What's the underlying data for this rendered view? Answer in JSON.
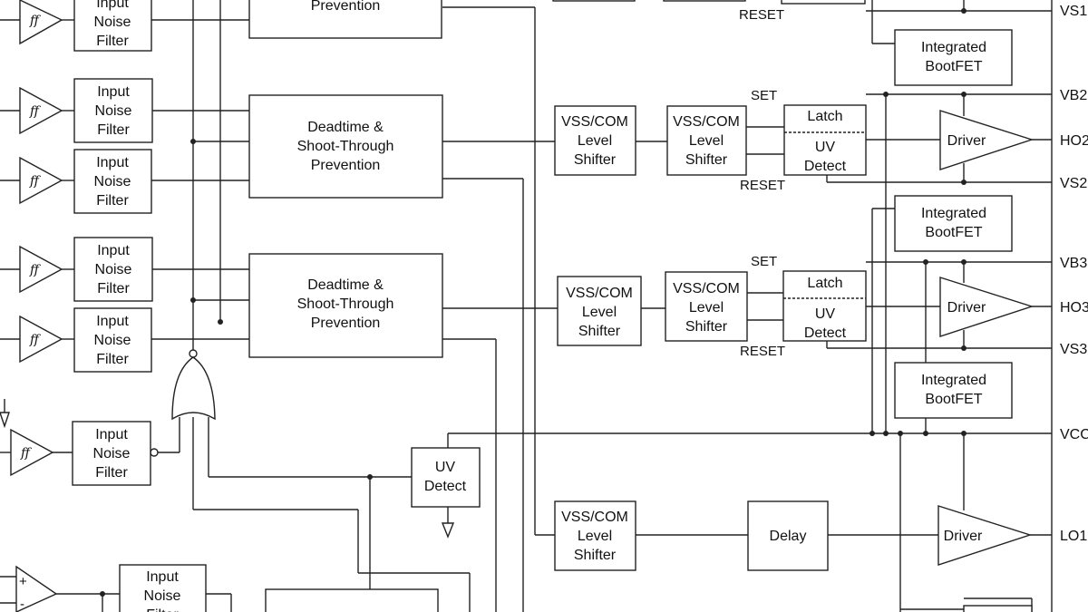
{
  "labels": {
    "input_noise_filter": [
      "Input",
      "Noise",
      "Filter"
    ],
    "deadtime": [
      "Deadtime &",
      "Shoot-Through",
      "Prevention"
    ],
    "prevention": "Prevention",
    "level_shifter": [
      "VSS/COM",
      "Level",
      "Shifter"
    ],
    "latch": "Latch",
    "uv_detect": [
      "UV",
      "Detect"
    ],
    "driver": "Driver",
    "bootfet": [
      "Integrated",
      "BootFET"
    ],
    "delay": "Delay",
    "set": "SET",
    "reset": "RESET",
    "schmitt": "ff",
    "plus": "+",
    "minus": "-"
  },
  "pins": {
    "vs1": "VS1",
    "vb2": "VB2",
    "ho2": "HO2",
    "vs2": "VS2",
    "vb3": "VB3",
    "ho3": "HO3",
    "vs3": "VS3",
    "vcc": "VCC",
    "lo1": "LO1"
  }
}
